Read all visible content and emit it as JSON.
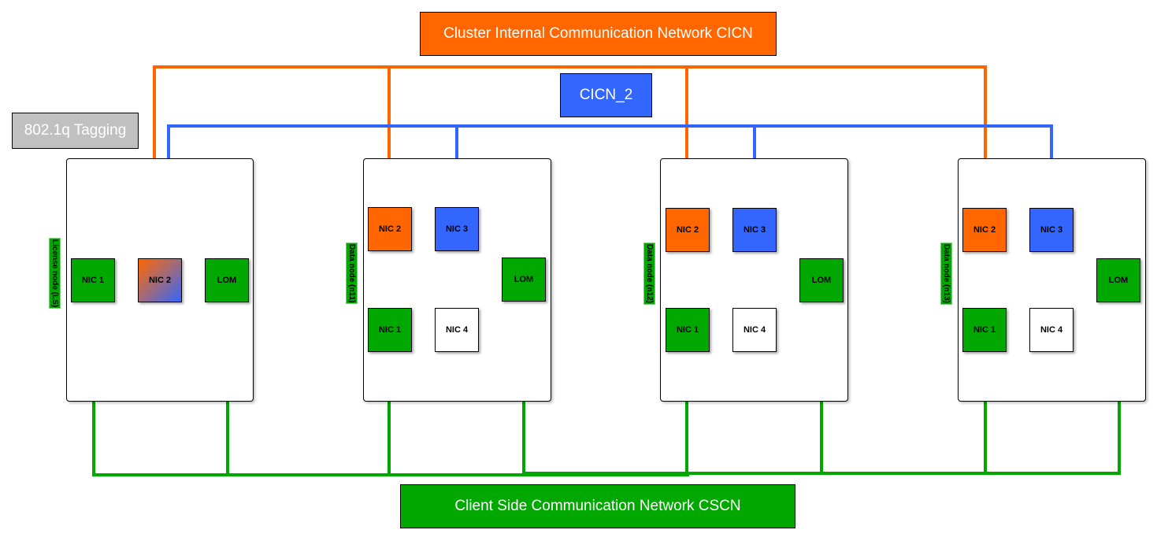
{
  "networks": {
    "cicn": {
      "label": "Cluster Internal Communication Network CICN",
      "color": "#ff6600"
    },
    "cicn2": {
      "label": "CICN_2",
      "color": "#3366ff"
    },
    "cscn": {
      "label": "Client Side Communication Network CSCN",
      "color": "#00a800"
    },
    "tagging": {
      "label": "802.1q Tagging",
      "color": "#c0c0c0"
    }
  },
  "nodes": [
    {
      "label": "License node (LS)",
      "nics": [
        {
          "label": "NIC 1",
          "network": "cscn"
        },
        {
          "label": "NIC 2",
          "network": "cicn+cicn2 (802.1q tagged)"
        },
        {
          "label": "LOM",
          "network": "cscn"
        }
      ]
    },
    {
      "label": "Data node (n11)",
      "nics": [
        {
          "label": "NIC 2",
          "network": "cicn"
        },
        {
          "label": "NIC 3",
          "network": "cicn2"
        },
        {
          "label": "LOM",
          "network": "cscn"
        },
        {
          "label": "NIC 1",
          "network": "cscn"
        },
        {
          "label": "NIC 4",
          "network": "none"
        }
      ]
    },
    {
      "label": "Data node (n12)",
      "nics": [
        {
          "label": "NIC 2",
          "network": "cicn"
        },
        {
          "label": "NIC 3",
          "network": "cicn2"
        },
        {
          "label": "LOM",
          "network": "cscn"
        },
        {
          "label": "NIC 1",
          "network": "cscn"
        },
        {
          "label": "NIC 4",
          "network": "none"
        }
      ]
    },
    {
      "label": "Data node (n13)",
      "nics": [
        {
          "label": "NIC 2",
          "network": "cicn"
        },
        {
          "label": "NIC 3",
          "network": "cicn2"
        },
        {
          "label": "LOM",
          "network": "cscn"
        },
        {
          "label": "NIC 1",
          "network": "cscn"
        },
        {
          "label": "NIC 4",
          "network": "none"
        }
      ]
    }
  ]
}
